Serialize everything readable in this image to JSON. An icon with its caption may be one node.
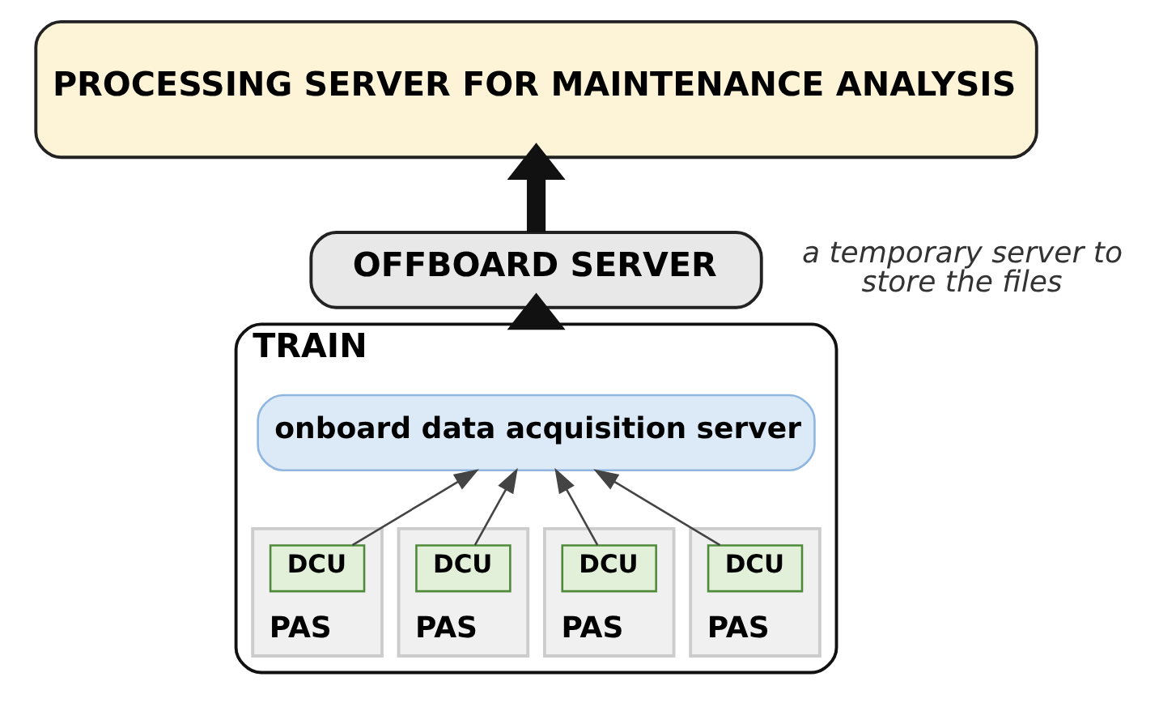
{
  "diagram": {
    "nodes": [
      {
        "text": [
          "PROCESSING SERVER FOR MAINTENANCE ANALYSIS"
        ]
      },
      {
        "text": [
          "OFFBOARD SERVER"
        ],
        "beside": [
          "a temporary server to store the files"
        ]
      },
      {
        "text": [
          "TRAIN"
        ]
      },
      {
        "text": [
          "onboard data acquisition server"
        ],
        "in": 2
      },
      {
        "text": [
          "PAS"
        ],
        "in": 2
      },
      {
        "text": [
          "DCU"
        ],
        "in": 4
      },
      {
        "text": [
          "PAS"
        ],
        "in": 2
      },
      {
        "text": [
          "DCU"
        ],
        "in": 6
      },
      {
        "text": [
          "PAS"
        ],
        "in": 2
      },
      {
        "text": [
          "DCU"
        ],
        "in": 8
      },
      {
        "text": [
          "PAS"
        ],
        "in": 2
      },
      {
        "text": [
          "DCU"
        ],
        "in": 10
      }
    ],
    "edges": [
      {
        "from": 5,
        "to": 3,
        "arrow": "to"
      },
      {
        "from": 7,
        "to": 3,
        "arrow": "to"
      },
      {
        "from": 9,
        "to": 3,
        "arrow": "to"
      },
      {
        "from": 11,
        "to": 3,
        "arrow": "to"
      },
      {
        "from": 2,
        "to": 1,
        "arrow": "to",
        "style": "thick"
      },
      {
        "from": 1,
        "to": 0,
        "arrow": "to",
        "style": "thick"
      }
    ]
  }
}
